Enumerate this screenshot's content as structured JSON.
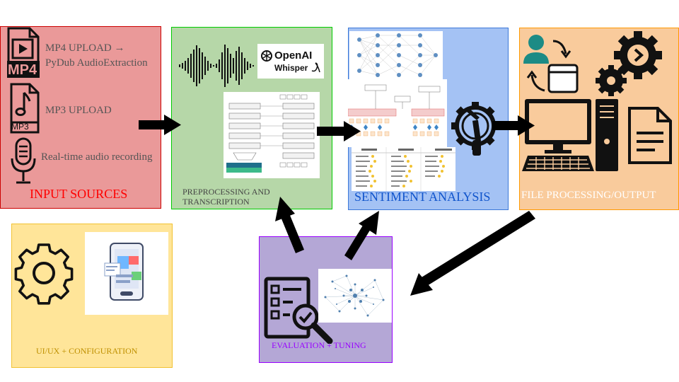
{
  "input": {
    "mp4_badge": "MP4",
    "mp3_badge": "MP3",
    "mp4_line1": "MP4 UPLOAD →",
    "mp4_line2": "PyDub AudioExtraction",
    "mp3_text": "MP3 UPLOAD",
    "realtime_text": "Real-time audio recording",
    "title": "INPUT SOURCES"
  },
  "preprocess": {
    "brand_line1": "OpenAI",
    "brand_line2": "Whisper",
    "title_line1": "PREPROCESSING AND",
    "title_line2": "TRANSCRIPTION"
  },
  "sentiment": {
    "title": "SENTIMENT ANALYSIS"
  },
  "file_output": {
    "title": "FILE PROCESSING/OUTPUT"
  },
  "ui_config": {
    "title": "UI/UX + CONFIGURATION"
  },
  "evaluation": {
    "title": "EVALUATION + TUNING"
  },
  "colors": {
    "input_bg": "#ea9999",
    "input_border": "#cc0000",
    "input_text": "#ff0000",
    "preprocess_bg": "#b6d7a8",
    "preprocess_border": "#00cc00",
    "preprocess_text": "#444444",
    "sentiment_bg": "#a4c2f4",
    "sentiment_border": "#3c78d8",
    "sentiment_text": "#1155cc",
    "output_bg": "#f9cb9c",
    "output_border": "#ff9900",
    "output_text": "#ffffff",
    "ui_bg": "#ffe599",
    "ui_border": "#f1c232",
    "ui_text": "#bf9000",
    "eval_bg": "#b4a7d6",
    "eval_border": "#9900ff",
    "eval_text": "#9900ff",
    "arrow": "#000000",
    "accent_teal": "#1c8b85"
  }
}
